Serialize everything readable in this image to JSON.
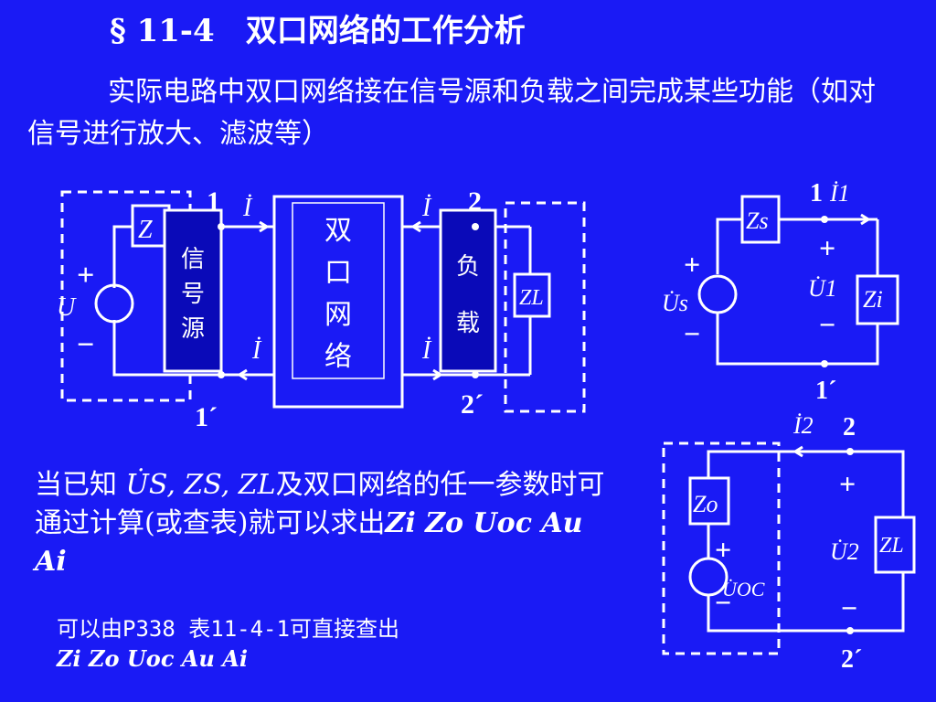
{
  "title": "§ 11-4　双口网络的工作分析",
  "intro_text": "实际电路中双口网络接在信号源和负载之间完成某些功能（如对信号进行放大、滤波等）",
  "known_text_lead": "当已知",
  "known_math": "U̇S, ZS, ZL",
  "known_text_rest": "及双口网络的任一参数时可通过计算(或查表)就可以求出",
  "known_params": "Zi  Zo  Uoc  Au  Ai",
  "lookup_note": "可以由P338 表11-4-1可直接查出",
  "lookup_params": "Zi  Zo  Uoc  Au  Ai",
  "diagram_main": {
    "source_label": "信号源",
    "network_label": "双口网络",
    "load_label": "负载",
    "port1": "1",
    "port1p": "1´",
    "port2": "2",
    "port2p": "2´",
    "zs": "Z",
    "zl": "ZL",
    "is_label": "İ",
    "plus": "+",
    "minus": "−"
  },
  "diagram_input": {
    "zs": "Zs",
    "zi": "Zi",
    "us": "U̇s",
    "u1": "U̇1",
    "i1": "İ1",
    "port": "1",
    "portp": "1´"
  },
  "diagram_output": {
    "zo": "Zo",
    "zl": "ZL",
    "uoc": "U̇OC",
    "u2": "U̇2",
    "i2": "İ2",
    "port": "2",
    "portp": "2´"
  },
  "colors": {
    "background": "#1a1af5",
    "source_box": "#0a0ab8",
    "foreground": "#ffffff"
  }
}
